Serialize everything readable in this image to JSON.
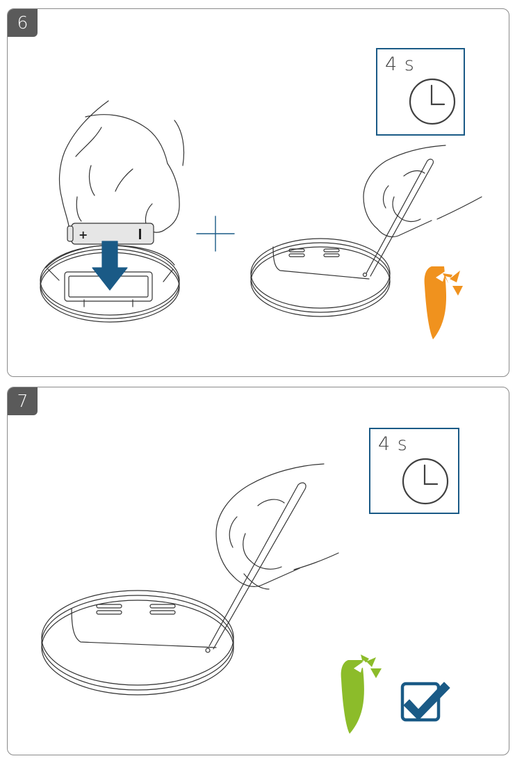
{
  "steps": [
    {
      "number": "6",
      "timer_label": "4 s",
      "led_state": "orange-blinking",
      "icons": [
        "hand-inserting-battery",
        "battery-plus-minus",
        "down-arrow-icon",
        "plus-sign-icon",
        "hand-with-pin",
        "clock-icon",
        "led-orange-blink-icon"
      ]
    },
    {
      "number": "7",
      "timer_label": "4 s",
      "led_state": "green-blinking",
      "icons": [
        "hand-with-pin",
        "clock-icon",
        "led-green-blink-icon",
        "checkbox-checked-icon"
      ]
    }
  ],
  "colors": {
    "arrow": "#1a5a86",
    "timer_border": "#1a5a86",
    "led_orange": "#f0921e",
    "led_green": "#8cbc2a",
    "check_border": "#1a5a86",
    "badge": "#5a5a5a"
  }
}
